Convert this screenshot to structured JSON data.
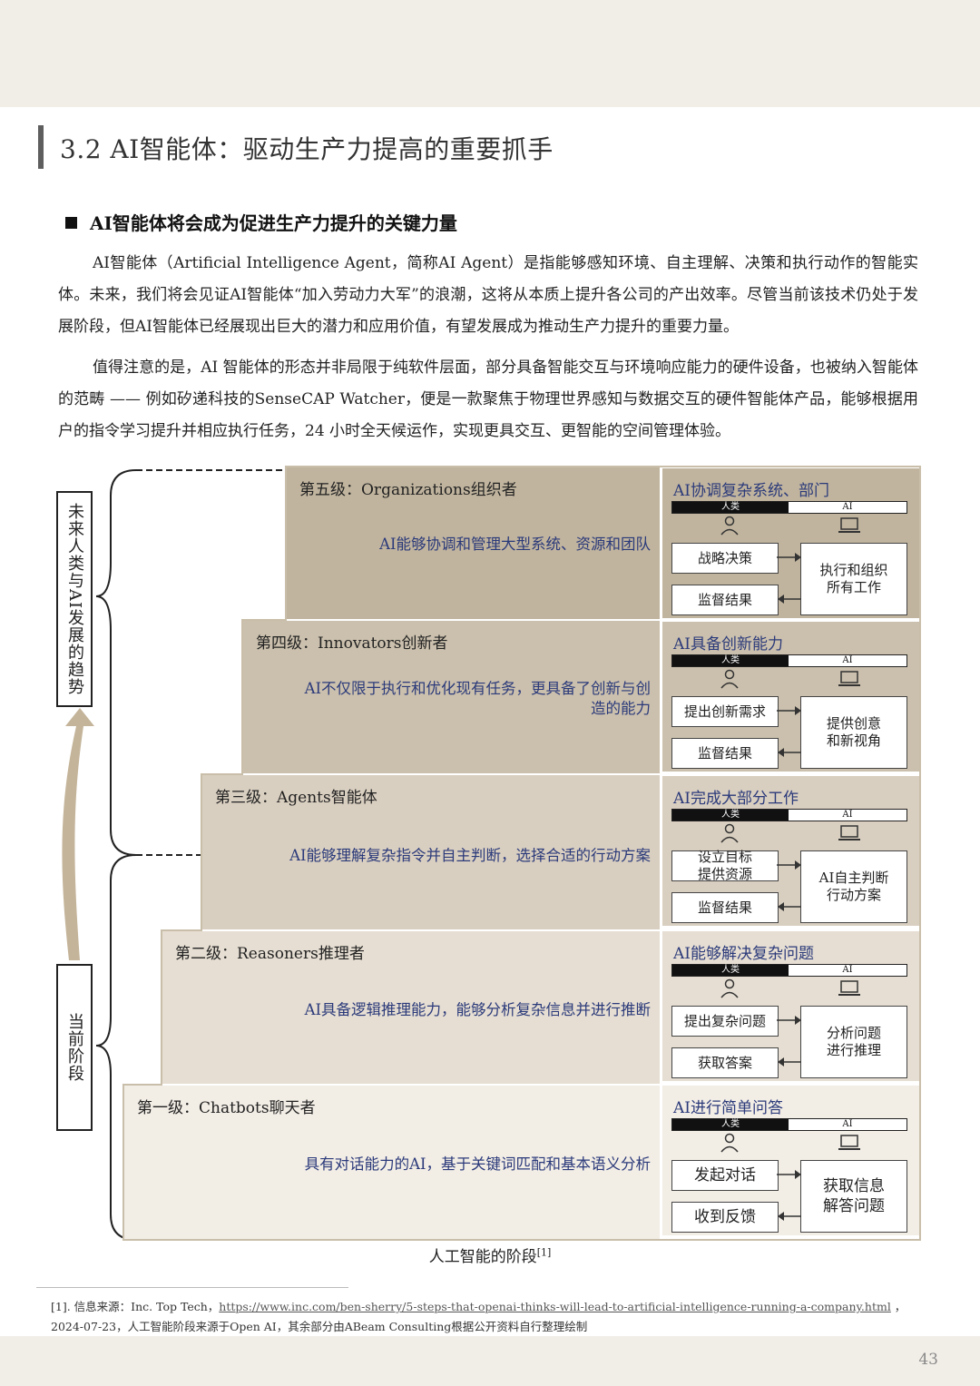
{
  "section_title": "3.2 AI智能体：驱动生产力提高的重要抓手",
  "subheading": "AI智能体将会成为促进生产力提升的关键力量",
  "paragraphs": [
    "AI智能体（Artificial Intelligence Agent，简称AI Agent）是指能够感知环境、自主理解、决策和执行动作的智能实体。未来，我们将会见证AI智能体“加入劳动力大军”的浪潮，这将从本质上提升各公司的产出效率。尽管当前该技术仍处于发展阶段，但AI智能体已经展现出巨大的潜力和应用价值，有望发展成为推动生产力提升的重要力量。",
    "值得注意的是，AI 智能体的形态并非局限于纯软件层面，部分具备智能交互与环境响应能力的硬件设备，也被纳入智能体的范畴 —— 例如矽递科技的SenseCAP Watcher，便是一款聚焦于物理世界感知与数据交互的硬件智能体产品，能够根据用户的指令学习提升并相应执行任务，24 小时全天候运作，实现更具交互、更智能的空间管理体验。"
  ],
  "diagram": {
    "future_label": "未来人类与AI发展的趋势",
    "current_label": "当前阶段",
    "bar_human": "人类",
    "bar_ai": "AI",
    "levels": [
      {
        "title": "第五级：Organizations组织者",
        "desc": "AI能够协调和管理大型系统、资源和团队",
        "panel_title": "AI协调复杂系统、部门",
        "box1": "战略决策",
        "box2": "监督结果",
        "box3": "执行和组织\n所有工作"
      },
      {
        "title": "第四级：Innovators创新者",
        "desc": "AI不仅限于执行和优化现有任务，更具备了创新与创\n造的能力",
        "panel_title": "AI具备创新能力",
        "box1": "提出创新需求",
        "box2": "监督结果",
        "box3": "提供创意\n和新视角"
      },
      {
        "title": "第三级：Agents智能体",
        "desc": "AI能够理解复杂指令并自主判断，选择合适的行动方案",
        "panel_title": "AI完成大部分工作",
        "box1": "设立目标\n提供资源",
        "box2": "监督结果",
        "box3": "AI自主判断\n行动方案"
      },
      {
        "title": "第二级：Reasoners推理者",
        "desc": "AI具备逻辑推理能力，能够分析复杂信息并进行推断",
        "panel_title": "AI能够解决复杂问题",
        "box1": "提出复杂问题",
        "box2": "获取答案",
        "box3": "分析问题\n进行推理"
      },
      {
        "title": "第一级：Chatbots聊天者",
        "desc": "具有对话能力的AI，基于关键词匹配和基本语义分析",
        "panel_title": "AI进行简单问答",
        "box1": "发起对话",
        "box2": "收到反馈",
        "box3": "获取信息\n解答问题"
      }
    ],
    "caption": "人工智能的阶段",
    "caption_ref": "[1]"
  },
  "footnote": {
    "prefix": "[1]. 信息来源：Inc. Top Tech，",
    "url": "https://www.inc.com/ben-sherry/5-steps-that-openai-thinks-will-lead-to-artificial-intelligence-running-a-company.html",
    "suffix": " ，",
    "line2": "2024-07-23，人工智能阶段来源于Open AI，其余部分由ABeam Consulting根据公开资料自行整理绘制"
  },
  "page_number": "43"
}
